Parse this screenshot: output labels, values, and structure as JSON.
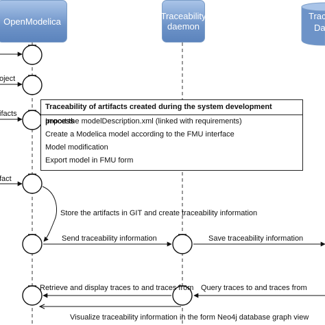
{
  "lanes": {
    "openmodelica": "OpenModelica",
    "traceability_daemon": [
      "Traceability",
      "daemon"
    ],
    "database": [
      "Trace",
      "Da"
    ]
  },
  "cut_labels": {
    "project": "oject",
    "artifacts": "ifacts",
    "artifact": "fact"
  },
  "frame": {
    "title": "Traceability of artifacts created during the system development process",
    "steps": [
      "Import the modelDescription.xml (linked with requirements)",
      "Create a Modelica model according to the FMU interface",
      "Model modification",
      "Export model in FMU form"
    ]
  },
  "messages": {
    "store": "Store the artifacts in GIT and create traceability information",
    "send": "Send traceability information",
    "save": "Save traceability information",
    "retrieve": "Retrieve and display traces to and traces from",
    "query": "Query traces to and traces from",
    "visualize": "Visualize traceability information in the form Neo4j database graph view"
  },
  "colors": {
    "lane_fill": "#6d93c8",
    "line": "#111111"
  }
}
